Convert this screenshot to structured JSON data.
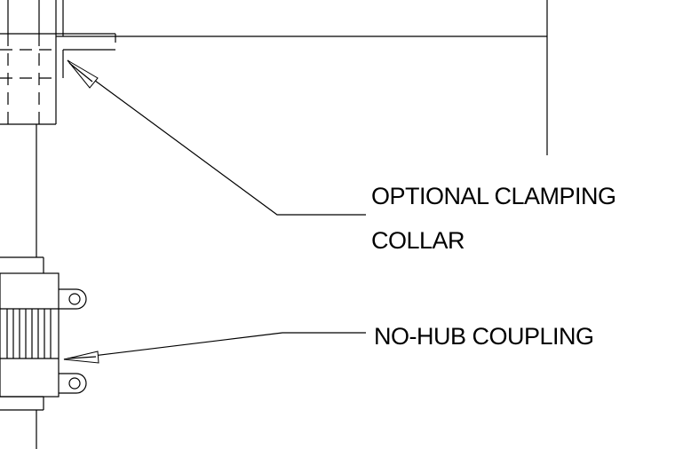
{
  "labels": {
    "clamping_collar_line1": "OPTIONAL CLAMPING",
    "clamping_collar_line2": "COLLAR",
    "no_hub_coupling": "NO-HUB COUPLING"
  },
  "colors": {
    "background": "#ffffff",
    "linework": "#000000"
  }
}
